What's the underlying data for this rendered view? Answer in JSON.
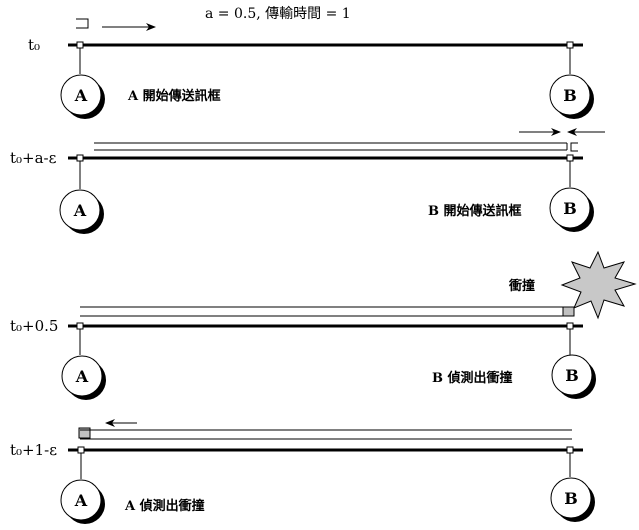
{
  "header": {
    "title": "a = 0.5, 傳輸時間 = 1"
  },
  "nodes": {
    "a": "A",
    "b": "B"
  },
  "panels": [
    {
      "time": "t₀",
      "caption": "A 開始傳送訊框"
    },
    {
      "time": "t₀+a-ε",
      "caption": "B 開始傳送訊框"
    },
    {
      "time": "t₀+0.5",
      "caption": "B 偵測出衝撞",
      "collision_label": "衝撞"
    },
    {
      "time": "t₀+1-ε",
      "caption": "A 偵測出衝撞"
    }
  ],
  "colors": {
    "line": "#000000",
    "collision": "#c8c8c8",
    "marker": "#c0c0c0"
  }
}
